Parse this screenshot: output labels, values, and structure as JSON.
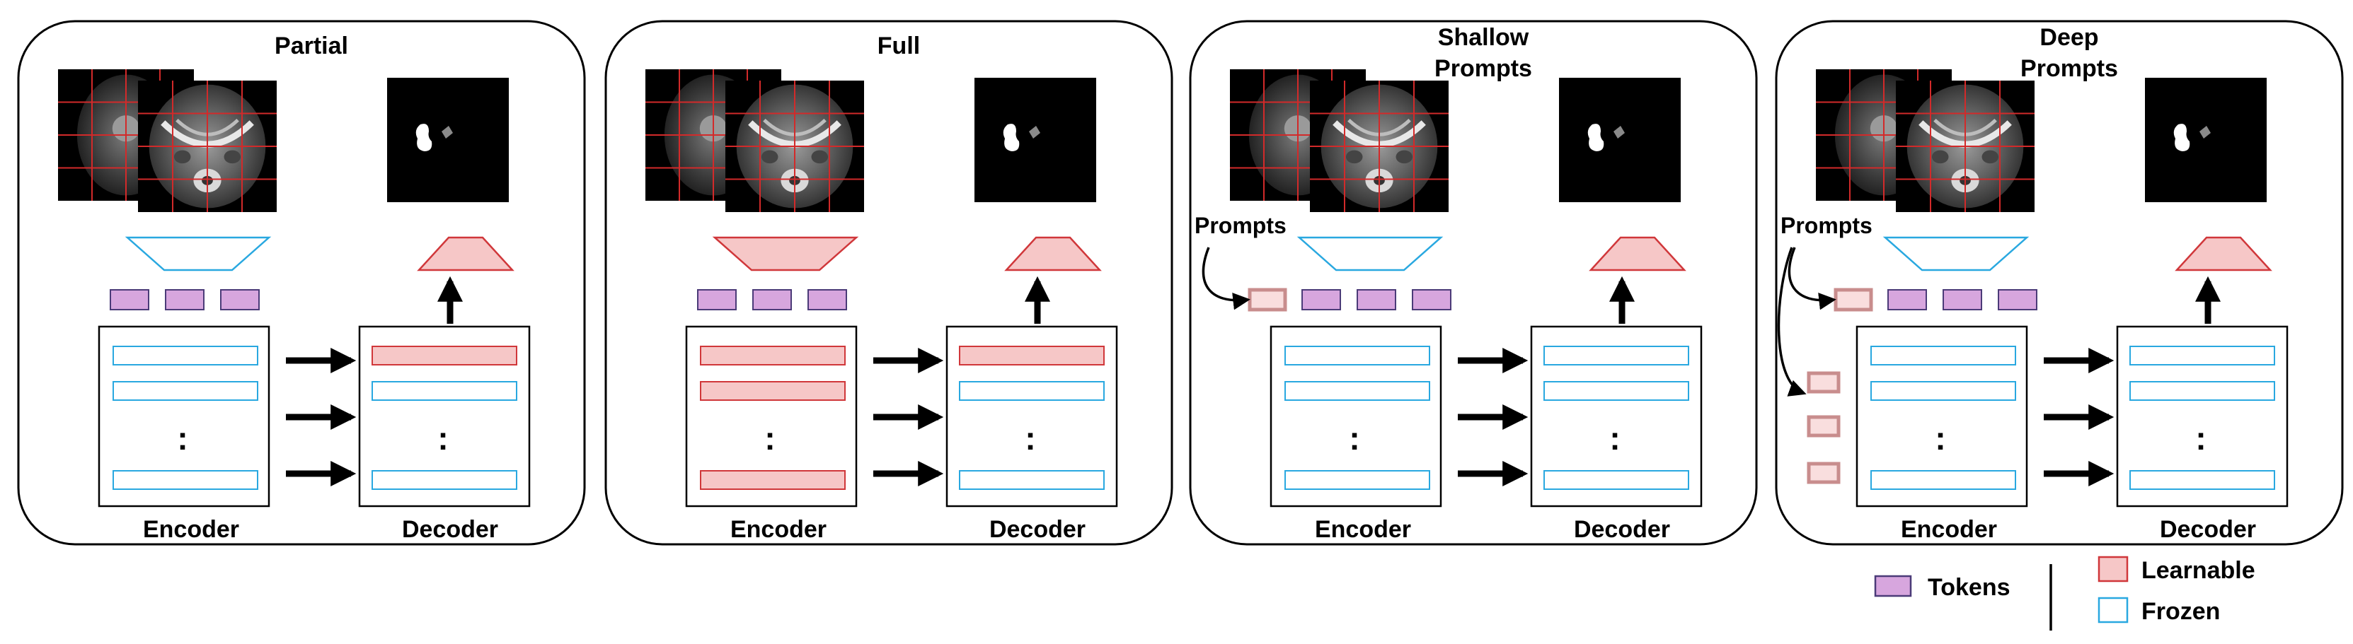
{
  "panels": [
    {
      "title": [
        "Partial"
      ],
      "encoder_label": "Encoder",
      "decoder_label": "Decoder",
      "encoder_down_learnable": false,
      "encoder_layers_learnable": false,
      "decoder_first_layer_learnable": true,
      "prompts": "none"
    },
    {
      "title": [
        "Full"
      ],
      "encoder_label": "Encoder",
      "decoder_label": "Decoder",
      "encoder_down_learnable": true,
      "encoder_layers_learnable": true,
      "decoder_first_layer_learnable": true,
      "prompts": "none"
    },
    {
      "title": [
        "Shallow",
        "Prompts"
      ],
      "encoder_label": "Encoder",
      "decoder_label": "Decoder",
      "encoder_down_learnable": false,
      "encoder_layers_learnable": false,
      "decoder_first_layer_learnable": false,
      "prompts": "shallow",
      "prompts_label": "Prompts"
    },
    {
      "title": [
        "Deep",
        "Prompts"
      ],
      "encoder_label": "Encoder",
      "decoder_label": "Decoder",
      "encoder_down_learnable": false,
      "encoder_layers_learnable": false,
      "decoder_first_layer_learnable": false,
      "prompts": "deep",
      "prompts_label": "Prompts"
    }
  ],
  "ellipsis": ":",
  "legend": {
    "tokens": "Tokens",
    "learnable": "Learnable",
    "frozen": "Frozen"
  },
  "colors": {
    "learnable_fill": "#f6c7c7",
    "learnable_stroke": "#d0373a",
    "frozen_stroke": "#29a8e0",
    "token_fill": "#d7a6de",
    "token_stroke": "#4b3b78",
    "prompt_fill": "#f9dede",
    "prompt_stroke": "#c88d8d",
    "grid_line": "#d22a2a",
    "mask_fill": "#ffffff",
    "mask_gray": "#8a8a8a"
  }
}
